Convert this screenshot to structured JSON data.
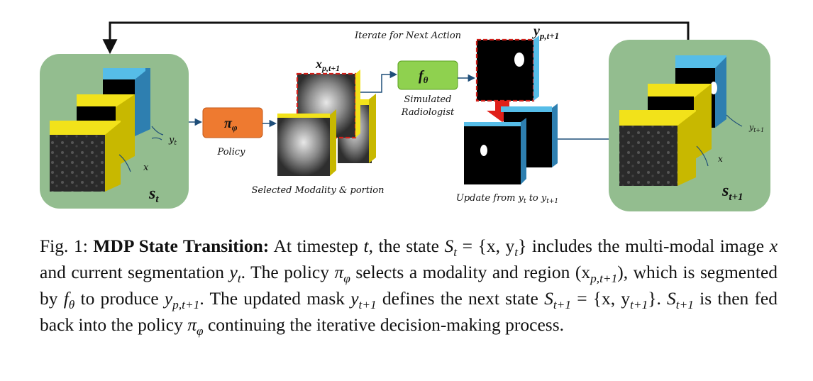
{
  "figure": {
    "top_label": "Iterate for Next Action",
    "state_t": "s",
    "state_t_sub": "t",
    "state_t1": "s",
    "state_t1_sub": "t+1",
    "y_t_label": "y",
    "y_t_sub": "t",
    "x_label_left": "x",
    "y_t1_label": "y",
    "y_t1_sub": "t+1",
    "x_label_right": "x",
    "policy_symbol": "π",
    "policy_sub": "φ",
    "policy_label": "Policy",
    "crop_label": "x",
    "crop_sub": "p,t+1",
    "selected_label": "Selected Modality & portion",
    "f_symbol": "f",
    "f_sub": "θ",
    "radiologist_line1": "Simulated",
    "radiologist_line2": "Radiologist",
    "yp_label": "y",
    "yp_sub": "p,t+1",
    "update_text1": "Update from y",
    "update_sub1": "t",
    "update_text2": " to y",
    "update_sub2": "t+1"
  },
  "caption": {
    "fig_label": "Fig. 1: ",
    "title": "MDP State Transition:",
    "body1": " At timestep ",
    "t": "t",
    "body2": ", the state ",
    "S": "S",
    "sub_t": "t",
    "eq1": " = {x, y",
    "eq1_end": "} includes the multi-modal image ",
    "x": "x",
    "body3": " and current segmentation ",
    "y": "y",
    "body4": ". The policy ",
    "pi": "π",
    "phi": "φ",
    "body5": " selects a modality and region (x",
    "sub_pt1": "p,t+1",
    "body6": "), which is segmented by ",
    "f": "f",
    "theta": "θ",
    "body7": " to produce ",
    "body8": ". The updated mask ",
    "sub_t1": "t+1",
    "body9": " defines the next state ",
    "eq2": " = {x, y",
    "eq2_end": "}. ",
    "body10": " is then fed back into the policy ",
    "body11": " continuing the iterative decision-making process."
  }
}
